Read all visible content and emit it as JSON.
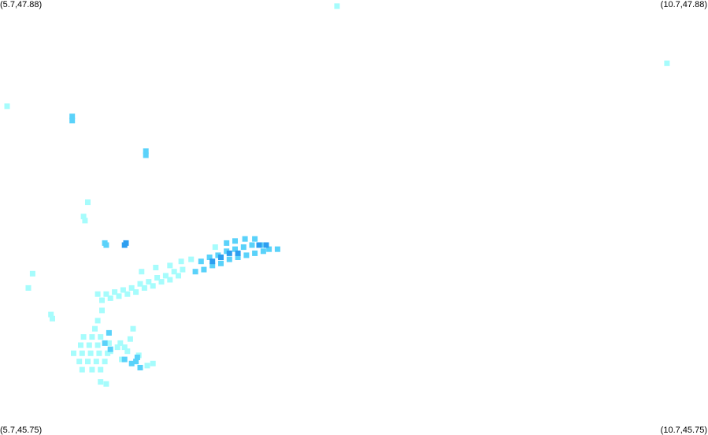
{
  "corners": {
    "top_left": "(5.7,47.88)",
    "top_right": "(10.7,47.88)",
    "bottom_left": "(5.7,45.75)",
    "bottom_right": "(10.7,45.75)"
  },
  "extent": {
    "lon_min": 5.7,
    "lon_max": 10.7,
    "lat_min": 45.75,
    "lat_max": 47.88
  },
  "colors": {
    "background": "#ffffff",
    "low": "#a6fcfc",
    "medium": "#5ad2fa",
    "high": "#2d9ef0"
  },
  "cells": [
    {
      "lon": 8.08,
      "lat": 47.85,
      "level": "low"
    },
    {
      "lon": 10.41,
      "lat": 47.57,
      "level": "low"
    },
    {
      "lon": 5.75,
      "lat": 47.36,
      "level": "low"
    },
    {
      "lon": 6.21,
      "lat": 47.31,
      "level": "medium"
    },
    {
      "lon": 6.21,
      "lat": 47.29,
      "level": "medium"
    },
    {
      "lon": 6.73,
      "lat": 47.14,
      "level": "medium"
    },
    {
      "lon": 6.73,
      "lat": 47.12,
      "level": "medium"
    },
    {
      "lon": 6.32,
      "lat": 46.89,
      "level": "low"
    },
    {
      "lon": 6.29,
      "lat": 46.82,
      "level": "low"
    },
    {
      "lon": 6.3,
      "lat": 46.8,
      "level": "low"
    },
    {
      "lon": 6.44,
      "lat": 46.69,
      "level": "medium"
    },
    {
      "lon": 6.45,
      "lat": 46.68,
      "level": "medium"
    },
    {
      "lon": 6.59,
      "lat": 46.69,
      "level": "high"
    },
    {
      "lon": 6.58,
      "lat": 46.68,
      "level": "high"
    },
    {
      "lon": 5.93,
      "lat": 46.54,
      "level": "low"
    },
    {
      "lon": 5.9,
      "lat": 46.47,
      "level": "low"
    },
    {
      "lon": 6.06,
      "lat": 46.34,
      "level": "low"
    },
    {
      "lon": 6.07,
      "lat": 46.32,
      "level": "low"
    },
    {
      "lon": 6.39,
      "lat": 46.44,
      "level": "low"
    },
    {
      "lon": 6.45,
      "lat": 46.44,
      "level": "low"
    },
    {
      "lon": 6.51,
      "lat": 46.45,
      "level": "low"
    },
    {
      "lon": 6.57,
      "lat": 46.46,
      "level": "low"
    },
    {
      "lon": 6.63,
      "lat": 46.47,
      "level": "low"
    },
    {
      "lon": 6.69,
      "lat": 46.49,
      "level": "low"
    },
    {
      "lon": 6.75,
      "lat": 46.5,
      "level": "low"
    },
    {
      "lon": 6.81,
      "lat": 46.52,
      "level": "low"
    },
    {
      "lon": 6.87,
      "lat": 46.53,
      "level": "low"
    },
    {
      "lon": 6.93,
      "lat": 46.55,
      "level": "low"
    },
    {
      "lon": 6.99,
      "lat": 46.56,
      "level": "low"
    },
    {
      "lon": 6.42,
      "lat": 46.41,
      "level": "low"
    },
    {
      "lon": 6.48,
      "lat": 46.42,
      "level": "low"
    },
    {
      "lon": 6.54,
      "lat": 46.43,
      "level": "low"
    },
    {
      "lon": 6.6,
      "lat": 46.44,
      "level": "low"
    },
    {
      "lon": 6.66,
      "lat": 46.45,
      "level": "low"
    },
    {
      "lon": 6.72,
      "lat": 46.47,
      "level": "low"
    },
    {
      "lon": 6.78,
      "lat": 46.48,
      "level": "low"
    },
    {
      "lon": 6.84,
      "lat": 46.5,
      "level": "low"
    },
    {
      "lon": 6.9,
      "lat": 46.51,
      "level": "low"
    },
    {
      "lon": 6.96,
      "lat": 46.53,
      "level": "low"
    },
    {
      "lon": 6.7,
      "lat": 46.55,
      "level": "low"
    },
    {
      "lon": 6.8,
      "lat": 46.57,
      "level": "low"
    },
    {
      "lon": 6.9,
      "lat": 46.58,
      "level": "low"
    },
    {
      "lon": 6.98,
      "lat": 46.6,
      "level": "low"
    },
    {
      "lon": 7.05,
      "lat": 46.61,
      "level": "low"
    },
    {
      "lon": 7.08,
      "lat": 46.55,
      "level": "medium"
    },
    {
      "lon": 7.14,
      "lat": 46.56,
      "level": "medium"
    },
    {
      "lon": 7.2,
      "lat": 46.58,
      "level": "medium"
    },
    {
      "lon": 7.26,
      "lat": 46.59,
      "level": "medium"
    },
    {
      "lon": 7.32,
      "lat": 46.61,
      "level": "medium"
    },
    {
      "lon": 7.38,
      "lat": 46.62,
      "level": "medium"
    },
    {
      "lon": 7.44,
      "lat": 46.63,
      "level": "medium"
    },
    {
      "lon": 7.5,
      "lat": 46.64,
      "level": "medium"
    },
    {
      "lon": 7.56,
      "lat": 46.65,
      "level": "medium"
    },
    {
      "lon": 7.12,
      "lat": 46.6,
      "level": "medium"
    },
    {
      "lon": 7.18,
      "lat": 46.62,
      "level": "medium"
    },
    {
      "lon": 7.24,
      "lat": 46.63,
      "level": "medium"
    },
    {
      "lon": 7.3,
      "lat": 46.65,
      "level": "medium"
    },
    {
      "lon": 7.36,
      "lat": 46.66,
      "level": "medium"
    },
    {
      "lon": 7.42,
      "lat": 46.67,
      "level": "medium"
    },
    {
      "lon": 7.48,
      "lat": 46.68,
      "level": "medium"
    },
    {
      "lon": 7.54,
      "lat": 46.68,
      "level": "medium"
    },
    {
      "lon": 7.6,
      "lat": 46.66,
      "level": "medium"
    },
    {
      "lon": 7.66,
      "lat": 46.66,
      "level": "medium"
    },
    {
      "lon": 7.22,
      "lat": 46.67,
      "level": "low"
    },
    {
      "lon": 7.3,
      "lat": 46.69,
      "level": "medium"
    },
    {
      "lon": 7.36,
      "lat": 46.7,
      "level": "medium"
    },
    {
      "lon": 7.43,
      "lat": 46.71,
      "level": "medium"
    },
    {
      "lon": 7.5,
      "lat": 46.71,
      "level": "medium"
    },
    {
      "lon": 7.2,
      "lat": 46.6,
      "level": "high"
    },
    {
      "lon": 7.26,
      "lat": 46.62,
      "level": "high"
    },
    {
      "lon": 7.32,
      "lat": 46.64,
      "level": "high"
    },
    {
      "lon": 7.38,
      "lat": 46.64,
      "level": "high"
    },
    {
      "lon": 7.53,
      "lat": 46.68,
      "level": "high"
    },
    {
      "lon": 7.58,
      "lat": 46.68,
      "level": "high"
    },
    {
      "lon": 6.42,
      "lat": 46.36,
      "level": "low"
    },
    {
      "lon": 6.39,
      "lat": 46.31,
      "level": "low"
    },
    {
      "lon": 6.37,
      "lat": 46.27,
      "level": "low"
    },
    {
      "lon": 6.29,
      "lat": 46.23,
      "level": "low"
    },
    {
      "lon": 6.35,
      "lat": 46.23,
      "level": "low"
    },
    {
      "lon": 6.41,
      "lat": 46.23,
      "level": "low"
    },
    {
      "lon": 6.27,
      "lat": 46.19,
      "level": "low"
    },
    {
      "lon": 6.33,
      "lat": 46.19,
      "level": "low"
    },
    {
      "lon": 6.39,
      "lat": 46.19,
      "level": "low"
    },
    {
      "lon": 6.22,
      "lat": 46.15,
      "level": "low"
    },
    {
      "lon": 6.28,
      "lat": 46.15,
      "level": "low"
    },
    {
      "lon": 6.34,
      "lat": 46.15,
      "level": "low"
    },
    {
      "lon": 6.4,
      "lat": 46.15,
      "level": "low"
    },
    {
      "lon": 6.46,
      "lat": 46.15,
      "level": "low"
    },
    {
      "lon": 6.26,
      "lat": 46.11,
      "level": "low"
    },
    {
      "lon": 6.32,
      "lat": 46.11,
      "level": "low"
    },
    {
      "lon": 6.38,
      "lat": 46.11,
      "level": "low"
    },
    {
      "lon": 6.44,
      "lat": 46.11,
      "level": "low"
    },
    {
      "lon": 6.28,
      "lat": 46.07,
      "level": "low"
    },
    {
      "lon": 6.35,
      "lat": 46.07,
      "level": "low"
    },
    {
      "lon": 6.41,
      "lat": 46.07,
      "level": "low"
    },
    {
      "lon": 6.41,
      "lat": 46.01,
      "level": "low"
    },
    {
      "lon": 6.45,
      "lat": 46.0,
      "level": "low"
    },
    {
      "lon": 6.47,
      "lat": 46.2,
      "level": "low"
    },
    {
      "lon": 6.53,
      "lat": 46.18,
      "level": "low"
    },
    {
      "lon": 6.48,
      "lat": 46.16,
      "level": "low"
    },
    {
      "lon": 6.56,
      "lat": 46.12,
      "level": "low"
    },
    {
      "lon": 6.47,
      "lat": 46.25,
      "level": "medium"
    },
    {
      "lon": 6.44,
      "lat": 46.2,
      "level": "medium"
    },
    {
      "lon": 6.48,
      "lat": 46.17,
      "level": "medium"
    },
    {
      "lon": 6.64,
      "lat": 46.27,
      "level": "low"
    },
    {
      "lon": 6.62,
      "lat": 46.22,
      "level": "low"
    },
    {
      "lon": 6.58,
      "lat": 46.18,
      "level": "low"
    },
    {
      "lon": 6.55,
      "lat": 46.2,
      "level": "low"
    },
    {
      "lon": 6.6,
      "lat": 46.16,
      "level": "low"
    },
    {
      "lon": 6.68,
      "lat": 46.14,
      "level": "low"
    },
    {
      "lon": 6.67,
      "lat": 46.13,
      "level": "medium"
    },
    {
      "lon": 6.63,
      "lat": 46.1,
      "level": "medium"
    },
    {
      "lon": 6.66,
      "lat": 46.11,
      "level": "medium"
    },
    {
      "lon": 6.69,
      "lat": 46.08,
      "level": "medium"
    },
    {
      "lon": 6.58,
      "lat": 46.12,
      "level": "medium"
    },
    {
      "lon": 6.74,
      "lat": 46.09,
      "level": "low"
    },
    {
      "lon": 6.78,
      "lat": 46.1,
      "level": "low"
    }
  ]
}
